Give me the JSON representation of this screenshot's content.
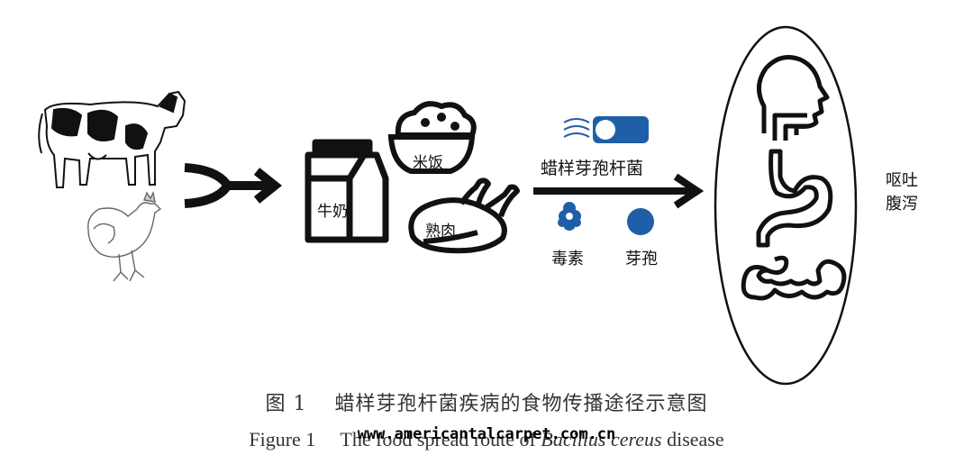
{
  "diagram": {
    "milk_label": "牛奶",
    "rice_label": "米饭",
    "meat_label": "熟肉",
    "bacteria_label": "蜡样芽孢杆菌",
    "toxin_label": "毒素",
    "spore_label": "芽孢",
    "symptom_line1": "呕吐",
    "symptom_line2": "腹泻"
  },
  "caption": {
    "cn": "图 1　 蜡样芽孢杆菌疾病的食物传播途径示意图",
    "en_prefix": "Figure 1　 The food spread route of ",
    "en_italic": "Bacillus cereus",
    "en_suffix": " disease",
    "watermark": "www.americantalcarpet.com.cn"
  }
}
